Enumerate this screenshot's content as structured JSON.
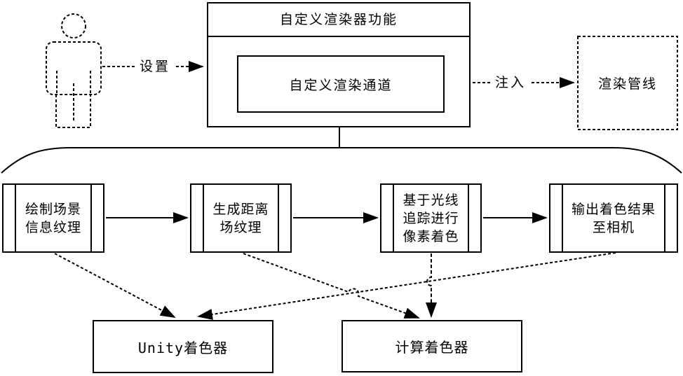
{
  "diagram": {
    "colors": {
      "line": "#000000",
      "background": "#ffffff"
    },
    "actor_icon": "person-figure",
    "top_box": {
      "title": "自定义渲染器功能",
      "inner_label": "自定义渲染通道"
    },
    "pipeline_box": {
      "label": "渲染管线"
    },
    "edge_labels": {
      "setup": "设置",
      "inject": "注入"
    },
    "process_boxes": [
      {
        "label": "绘制场景\n信息纹理"
      },
      {
        "label": "生成距离\n场纹理"
      },
      {
        "label": "基于光线\n追踪进行\n像素着色"
      },
      {
        "label": "输出着色结果\n至相机"
      }
    ],
    "shader_boxes": [
      {
        "label": "Unity着色器"
      },
      {
        "label": "计算着色器"
      }
    ]
  }
}
